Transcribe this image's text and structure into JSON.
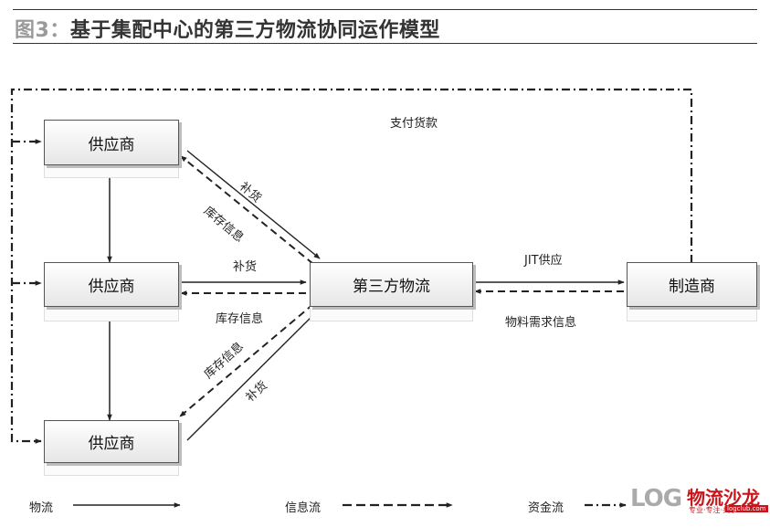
{
  "header": {
    "figure_label": "图3：",
    "title": "基于集配中心的第三方物流协同运作模型"
  },
  "nodes": {
    "supplier_top": "供应商",
    "supplier_middle": "供应商",
    "supplier_bottom": "供应商",
    "third_party_logistics": "第三方物流",
    "manufacturer": "制造商"
  },
  "edge_labels": {
    "payment": "支付货款",
    "replenish_top": "补货",
    "inventory_info_top": "库存信息",
    "replenish_middle": "补货",
    "inventory_info_middle": "库存信息",
    "inventory_info_bottom": "库存信息",
    "replenish_bottom": "补货",
    "jit_supply": "JIT供应",
    "material_demand_info": "物料需求信息"
  },
  "legend": {
    "material_flow": "物流",
    "information_flow": "信息流",
    "capital_flow": "资金流"
  },
  "logo": {
    "letters": "LOG",
    "brand": "物流沙龙",
    "tagline": "专业·专注·共享",
    "url": "logclub.com"
  },
  "colors": {
    "line": "#222222",
    "box_border": "#555555",
    "brand_red": "#c8151b"
  }
}
